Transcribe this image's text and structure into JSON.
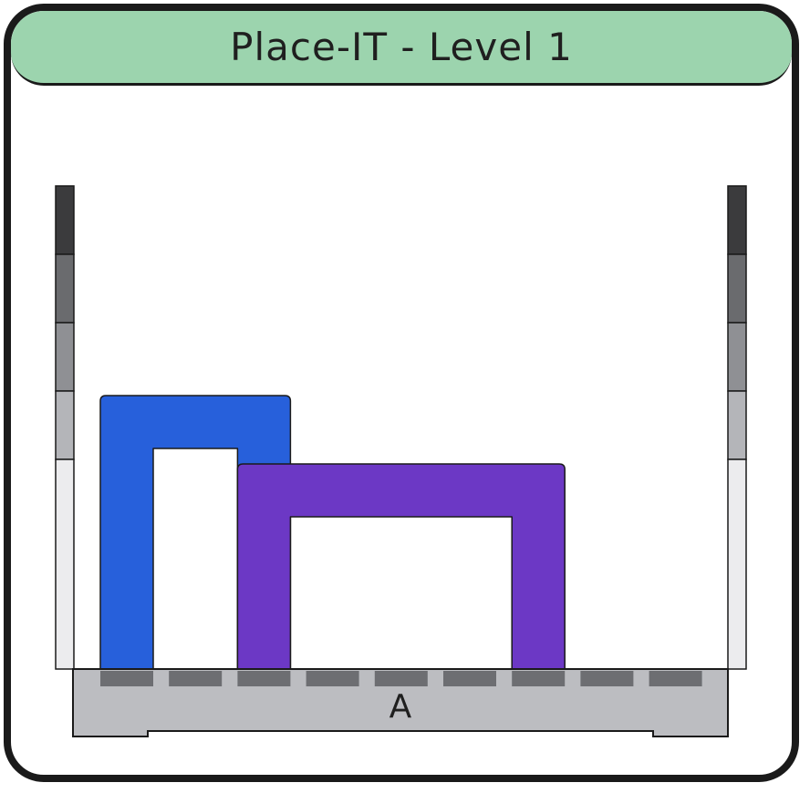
{
  "game": {
    "title": "Place-IT - Level 1"
  },
  "platform": {
    "label": "A",
    "slot_count": 9,
    "color": "#bcbdc1",
    "slot_color": "#6d6e72"
  },
  "height_gauges": {
    "segment_colors": [
      "#3b3b3d",
      "#6a6b6e",
      "#8f9094",
      "#b4b5b9",
      "#ececee"
    ]
  },
  "pieces": [
    {
      "name": "blue-piece",
      "color": "#2760db",
      "left_slot": 0,
      "right_slot": 2,
      "height_units": 4
    },
    {
      "name": "purple-piece",
      "color": "#6c38c5",
      "left_slot": 2,
      "right_slot": 6,
      "height_units": 3
    }
  ],
  "colors": {
    "header_bg": "#9cd4ae",
    "outline": "#1a1a1a"
  }
}
